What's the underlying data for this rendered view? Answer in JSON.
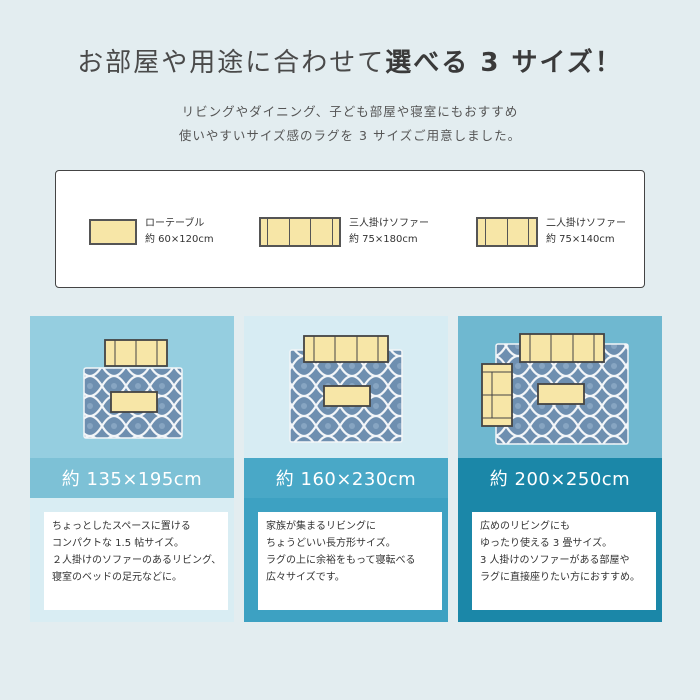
{
  "headline": {
    "normal": "お部屋や用途に合わせて",
    "bold": "選べる 3 サイズ！"
  },
  "subtext": [
    "リビングやダイニング、子ども部屋や寝室にもおすすめ",
    "使いやすいサイズ感のラグを 3 サイズご用意しました。"
  ],
  "legend": [
    {
      "name": "ローテーブル",
      "size": "約 60×120cm"
    },
    {
      "name": "三人掛けソファー",
      "size": "約 75×180cm"
    },
    {
      "name": "二人掛けソファー",
      "size": "約 75×140cm"
    }
  ],
  "cards": [
    {
      "size": "約 135×195cm",
      "lines": [
        "ちょっとしたスペースに置ける",
        "コンパクトな 1.5 帖サイズ。",
        "２人掛けのソファーのあるリビング、",
        "寝室のベッドの足元などに。"
      ],
      "top_color": "#95cee0",
      "band_color": "#7dc1d6",
      "frame_color": "#d9edf3"
    },
    {
      "size": "約 160×230cm",
      "lines": [
        "家族が集まるリビングに",
        "ちょうどいい長方形サイズ。",
        "ラグの上に余裕をもって寝転べる",
        "広々サイズです。"
      ],
      "top_color": "#d7ecf3",
      "band_color": "#49a8c7",
      "frame_color": "#3da1c2"
    },
    {
      "size": "約 200×250cm",
      "lines": [
        "広めのリビングにも",
        "ゆったり使える 3 畳サイズ。",
        "3 人掛けのソファーがある部屋や",
        "ラグに直接座りたい方におすすめ。"
      ],
      "top_color": "#6fb8d0",
      "band_color": "#1b87a8",
      "frame_color": "#1b87a8"
    }
  ],
  "colors": {
    "background": "#e3edf0",
    "sofa_fill": "#f7e6a7",
    "rug_base": "#6e8fb0",
    "rug_lattice": "#f2f5f8"
  }
}
